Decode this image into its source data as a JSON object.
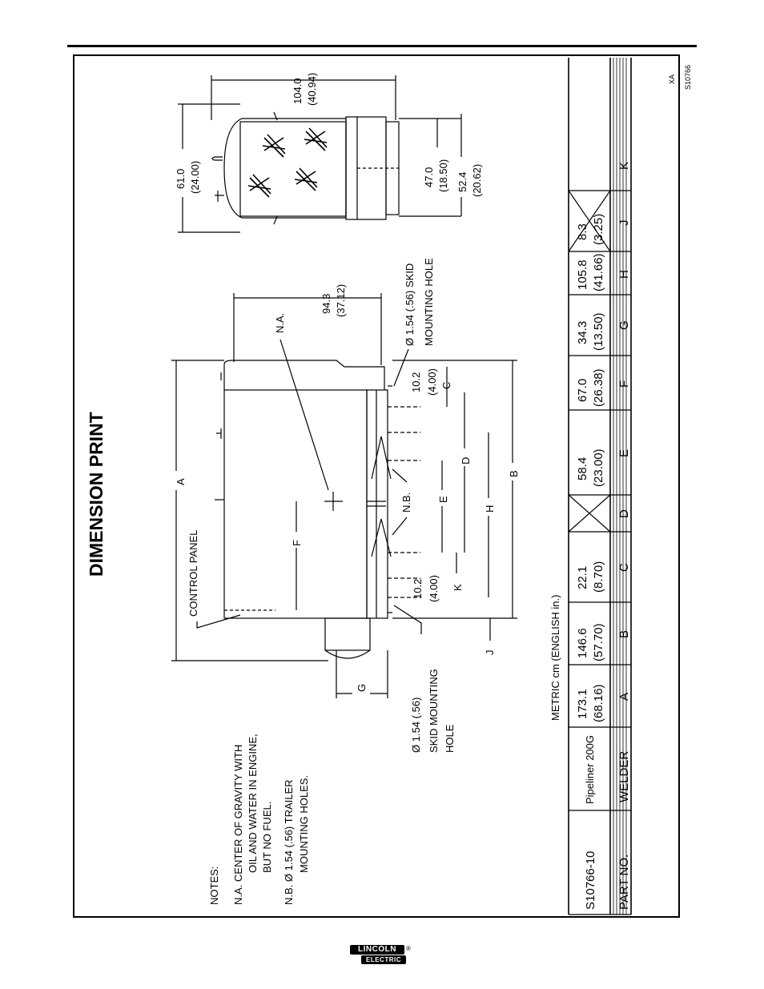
{
  "title": "DIMENSION PRINT",
  "drawing_number": "S10766",
  "revision": "XA",
  "notes": {
    "heading": "NOTES:",
    "na_line1": "N.A.   CENTER OF GRAVITY WITH",
    "na_line2": "OIL AND WATER IN ENGINE,",
    "na_line3": "BUT NO FUEL.",
    "nb_line1": "N.B.  Ø  1.54 (.56) TRAILER",
    "nb_line2": "MOUNTING HOLES."
  },
  "labels": {
    "control_panel": "CONTROL PANEL",
    "na": "N.A.",
    "nb": "N.B.",
    "skid_left_1": "Ø 1.54 (.56)",
    "skid_left_2": "SKID MOUNTING",
    "skid_left_3": "HOLE",
    "skid_right_1": "Ø 1.54 (.56) SKID",
    "skid_right_2": "MOUNTING HOLE",
    "units": "METRIC cm (ENGLISH in.)"
  },
  "dimensions": {
    "A": "A",
    "B": "B",
    "C": "C",
    "D": "D",
    "E": "E",
    "F": "F",
    "G": "G",
    "H": "H",
    "J": "J",
    "K": "K",
    "len_94_cm": "94.3",
    "len_94_in": "(37.12)",
    "len_104_cm": "104.0",
    "len_104_in": "(40.94)",
    "len_61_cm": "61.0",
    "len_61_in": "(24.00)",
    "len_47_cm": "47.0",
    "len_47_in": "(18.50)",
    "len_52_cm": "52.4",
    "len_52_in": "(20.62)",
    "len_10a_cm": "10.2",
    "len_10a_in": "(4.00)",
    "len_10b_cm": "10.2",
    "len_10b_in": "(4.00)"
  },
  "table": {
    "header": [
      "PART NO.",
      "WELDER",
      "A",
      "B",
      "C",
      "D",
      "E",
      "F",
      "G",
      "H",
      "J",
      "K"
    ],
    "row": [
      {
        "metric": "S10766-10",
        "english": ""
      },
      {
        "metric": "Pipeliner 200G",
        "english": ""
      },
      {
        "metric": "173.1",
        "english": "(68.16)"
      },
      {
        "metric": "146.6",
        "english": "(57.70)"
      },
      {
        "metric": "22.1",
        "english": "(8.70)"
      },
      {
        "metric": "",
        "english": ""
      },
      {
        "metric": "58.4",
        "english": "(23.00)"
      },
      {
        "metric": "67.0",
        "english": "(26.38)"
      },
      {
        "metric": "34.3",
        "english": "(13.50)"
      },
      {
        "metric": "105.8",
        "english": "(41.66)"
      },
      {
        "metric": "8.3",
        "english": "(3.25)"
      },
      {
        "metric": "",
        "english": ""
      }
    ]
  },
  "logo": {
    "top": "LINCOLN",
    "bottom": "ELECTRIC",
    "mark": "®"
  }
}
